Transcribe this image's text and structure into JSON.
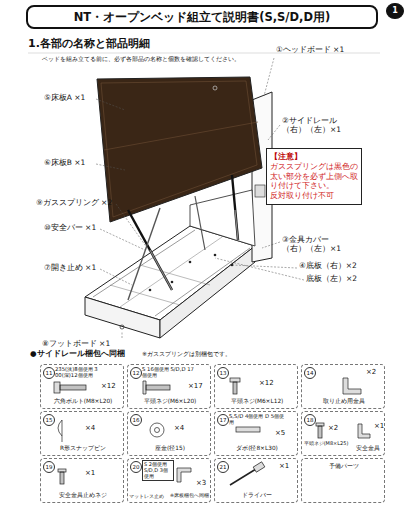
{
  "diagram": {
    "title": "NT・オープンベッド組立て説明書(S,S/D,D用)",
    "nodes": [
      {
        "text": [
          "【注意】",
          "ガススプリングは黒色の太い部分を必ず上側へ取り付けて下さい。",
          "反対取り付け不可"
        ]
      },
      {
        "text": [
          "11",
          "235(浅)8個使用 300(深)12個使用",
          "×12",
          "六角ボルト(M8×L20)"
        ]
      },
      {
        "text": [
          "12",
          "S 16個使用 S/D,D 17個使用",
          "×17",
          "平頭ネジ(M6×L20)"
        ]
      },
      {
        "text": [
          "13",
          "×12",
          "平頭ネジ(M6×L12)"
        ]
      },
      {
        "text": [
          "14",
          "×2",
          "取り止め用金具"
        ]
      },
      {
        "text": [
          "15",
          "×4",
          "R形スナップピン"
        ]
      },
      {
        "text": [
          "16",
          "×4",
          "座金(径15)"
        ]
      },
      {
        "text": [
          "17",
          "S,S/D 4個使用 D 5個使用",
          "×5",
          "ダボ(径8×L30)"
        ]
      },
      {
        "text": [
          "18",
          "×2",
          "平頭ネジ(M8×L25)",
          "×1",
          "安全金具"
        ]
      },
      {
        "text": [
          "19",
          "×1",
          "安全金具止めネジ"
        ]
      },
      {
        "text": [
          "20",
          "S 2個使用 S/D,D 3個使用",
          "×3",
          "マットレス止め",
          "※床板梱包へ同梱"
        ]
      },
      {
        "text": [
          "21",
          "×1",
          "ドライバー"
        ]
      },
      {
        "text": [
          "予備パーツ"
        ]
      }
    ],
    "labels": [
      "1",
      "1.各部の名称と部品明細",
      "ベッドを組み立てる前に、必ず各部品の名称と個数を確認してください。",
      "①ヘッドボード ×1",
      "②サイドレール （右）（左）×1",
      "⑤床板A ×1",
      "⑥床板B ×1",
      "⑨ガススプリング ×2",
      "⑩安全バー ×1",
      "⑦開き止め ×1",
      "⑧フットボード ×1",
      "③金具カバー （右）（左）×1",
      "④底板（右）×2",
      "底板（左）×2",
      "●サイドレール梱包へ同梱",
      "※ガススプリングは別梱包です。"
    ]
  }
}
